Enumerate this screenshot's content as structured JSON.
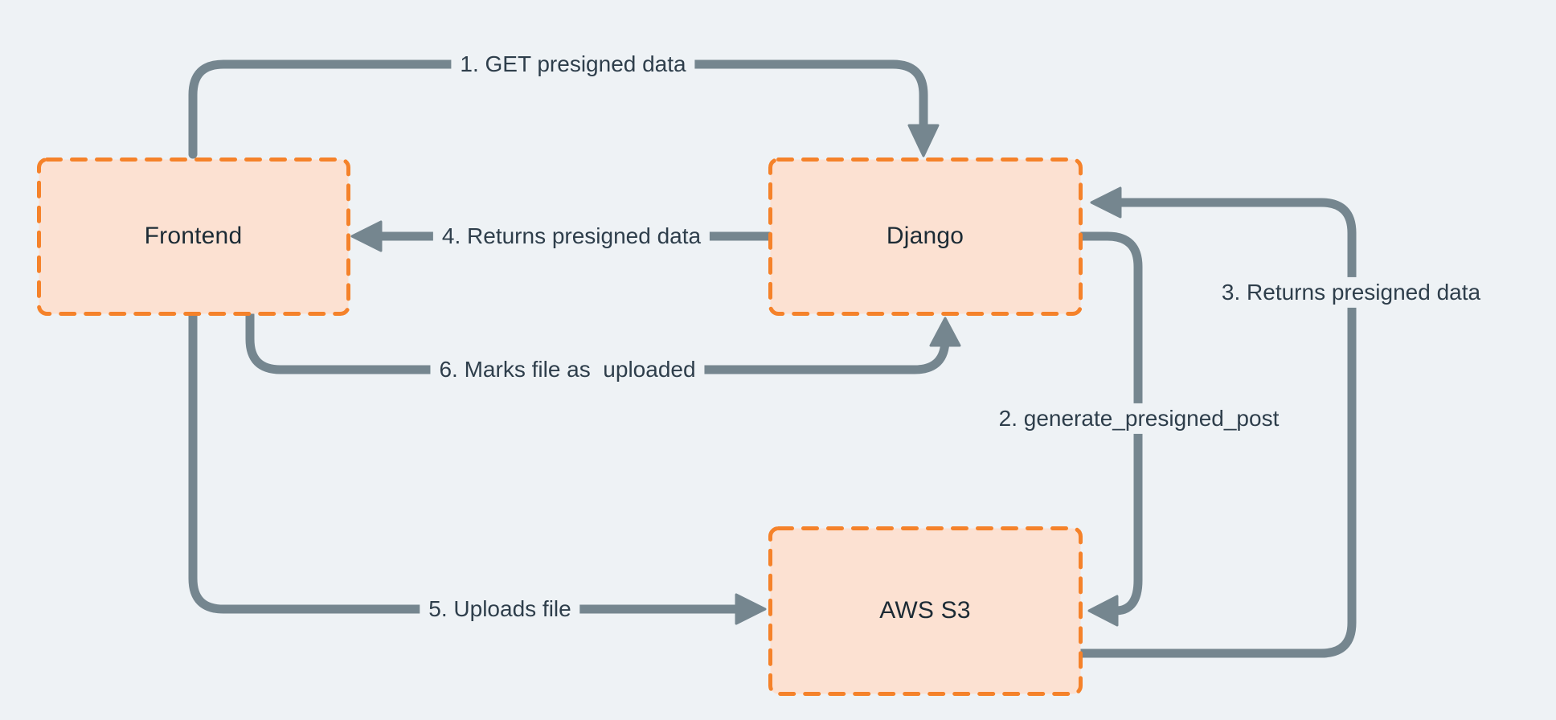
{
  "colors": {
    "background": "#EEF2F5",
    "node_fill": "#FCE1D2",
    "node_border": "#F5822A",
    "arrow": "#75868F",
    "edge_text": "#2E3E4B",
    "node_text": "#1C2B35"
  },
  "nodes": [
    {
      "id": "frontend",
      "label": "Frontend"
    },
    {
      "id": "django",
      "label": "Django"
    },
    {
      "id": "aws_s3",
      "label": "AWS S3"
    }
  ],
  "edges": [
    {
      "num": 1,
      "label": "1. GET presigned data",
      "from": "frontend",
      "to": "django"
    },
    {
      "num": 2,
      "label": "2. generate_presigned_post",
      "from": "django",
      "to": "aws_s3"
    },
    {
      "num": 3,
      "label": "3. Returns presigned data",
      "from": "aws_s3",
      "to": "django"
    },
    {
      "num": 4,
      "label": "4. Returns presigned data",
      "from": "django",
      "to": "frontend"
    },
    {
      "num": 5,
      "label": "5. Uploads file",
      "from": "frontend",
      "to": "aws_s3"
    },
    {
      "num": 6,
      "label": "6. Marks file as  uploaded",
      "from": "frontend",
      "to": "django"
    }
  ]
}
